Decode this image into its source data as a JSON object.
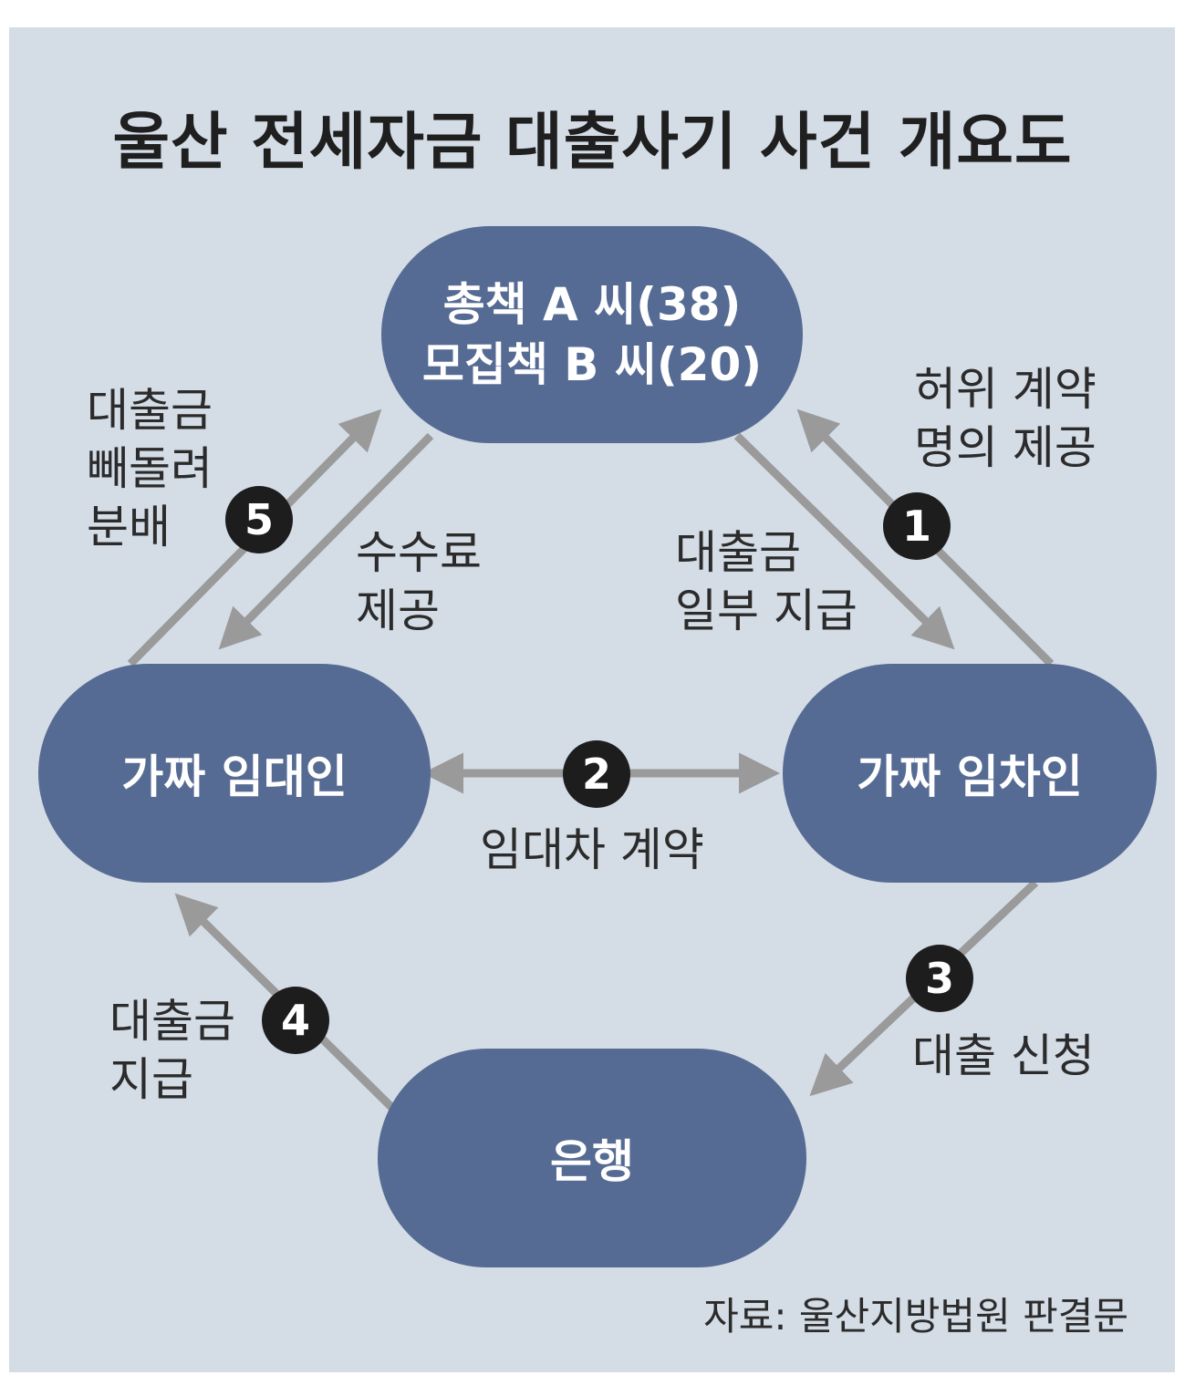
{
  "title": "울산 전세자금 대출사기 사건 개요도",
  "nodes": {
    "top": [
      "총책 A 씨(38)",
      "모집책 B 씨(20)"
    ],
    "left": "가짜 임대인",
    "right": "가짜 임차인",
    "bottom": "은행"
  },
  "steps": {
    "s1": {
      "number": "1",
      "label": [
        "허위 계약",
        "명의 제공"
      ]
    },
    "s2": {
      "number": "2",
      "label": [
        "임대차 계약"
      ]
    },
    "s3": {
      "number": "3",
      "label": [
        "대출 신청"
      ]
    },
    "s4": {
      "number": "4",
      "label": [
        "대출금",
        "지급"
      ]
    },
    "s5": {
      "number": "5",
      "label": [
        "대출금",
        "빼돌려",
        "분배"
      ]
    }
  },
  "fee": [
    "수수료",
    "제공"
  ],
  "partial_payment": [
    "대출금",
    "일부 지급"
  ],
  "source": "자료: 울산지방법원 판결문",
  "colors": {
    "node": "#566b93",
    "arrow": "#9a9a9a",
    "badge": "#1d1d1d",
    "background": "#d4dce6"
  }
}
